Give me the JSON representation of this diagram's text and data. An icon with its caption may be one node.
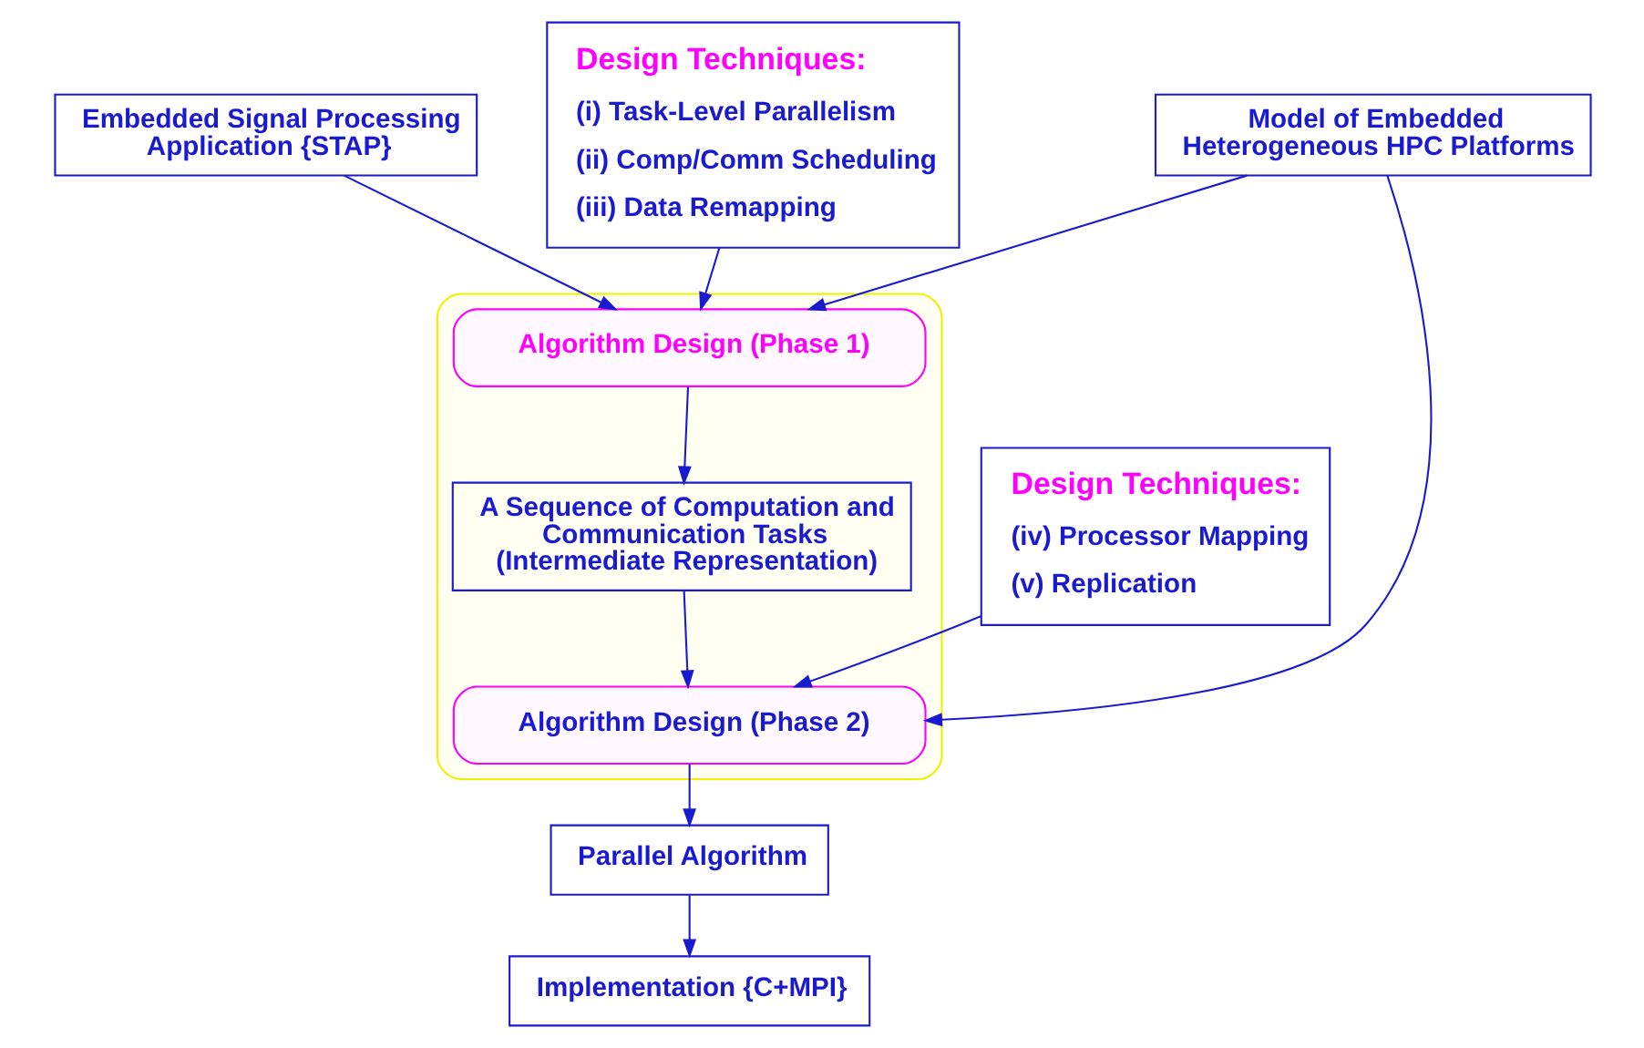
{
  "diagram": {
    "nodes": [
      {
        "text": [
          "Embedded Signal Processing Application {STAP}"
        ]
      },
      {
        "text": [],
        "shape": "box"
      },
      {
        "text": [
          "Algorithm Design (Phase 1)"
        ],
        "in": 1
      },
      {
        "text": [
          "A Sequence of Computation and Communication Tasks (Intermediate Representation)"
        ],
        "in": 1
      },
      {
        "text": [
          "Algorithm Design (Phase 2)"
        ],
        "in": 1
      },
      {
        "text": [
          "Design Techniques:",
          "(i) Task-Level Parallelism",
          "(ii) Comp/Comm Scheduling",
          "(iii) Data Remapping"
        ]
      },
      {
        "text": [
          "Design Techniques:",
          "(iv) Processor Mapping",
          "(v) Replication"
        ]
      },
      {
        "text": [
          "Model of Embedded Heterogeneous HPC Platforms"
        ]
      },
      {
        "text": [
          "Parallel Algorithm"
        ]
      },
      {
        "text": [
          "Implementation {C+MPI}"
        ]
      }
    ],
    "edges": [
      {
        "from": 0,
        "to": 2,
        "arrow": "to"
      },
      {
        "from": 5,
        "to": 2,
        "arrow": "to"
      },
      {
        "from": 7,
        "to": 2,
        "arrow": "to"
      },
      {
        "from": 2,
        "to": 3,
        "arrow": "to"
      },
      {
        "from": 3,
        "to": 4,
        "arrow": "to"
      },
      {
        "from": 6,
        "to": 4,
        "arrow": "to"
      },
      {
        "from": 7,
        "to": 4,
        "arrow": "to"
      },
      {
        "from": 4,
        "to": 8,
        "arrow": "to"
      },
      {
        "from": 8,
        "to": 9,
        "arrow": "to"
      }
    ]
  }
}
